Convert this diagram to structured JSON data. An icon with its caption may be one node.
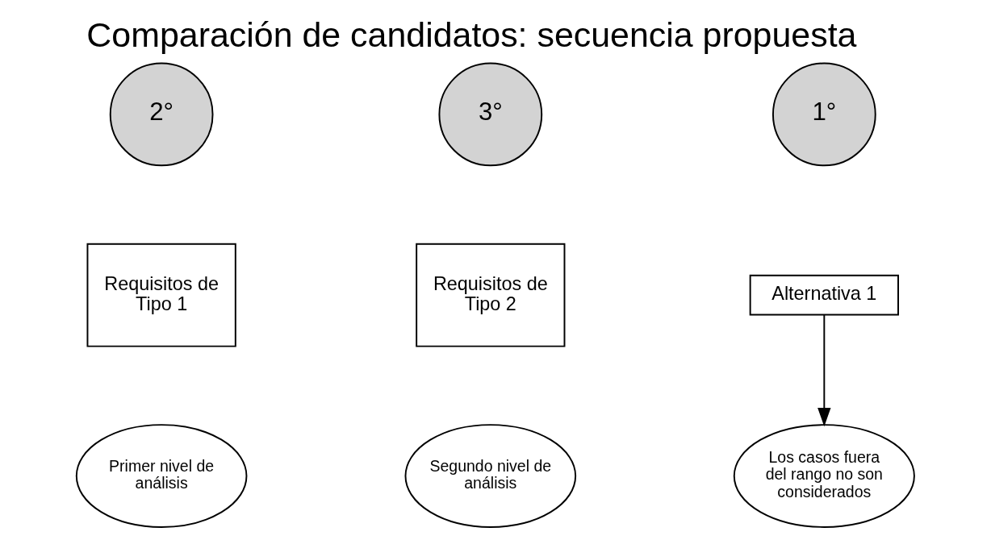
{
  "diagram": {
    "title": "Comparación de candidatos: secuencia propuesta",
    "nodes": [
      {
        "text": [
          "2°"
        ]
      },
      {
        "text": [
          "Requisitos de Tipo 1"
        ]
      },
      {
        "text": [
          "Primer nivel de análisis"
        ]
      },
      {
        "text": [
          "3°"
        ]
      },
      {
        "text": [
          "Requisitos de Tipo 2"
        ]
      },
      {
        "text": [
          "Segundo nivel de análisis"
        ]
      },
      {
        "text": [
          "1°"
        ]
      },
      {
        "text": [
          "Alternativa 1"
        ]
      },
      {
        "text": [
          "Los casos fuera del rango no son considerados"
        ]
      }
    ],
    "edges": [
      {
        "from": 7,
        "to": 8,
        "arrow": "to"
      }
    ]
  }
}
